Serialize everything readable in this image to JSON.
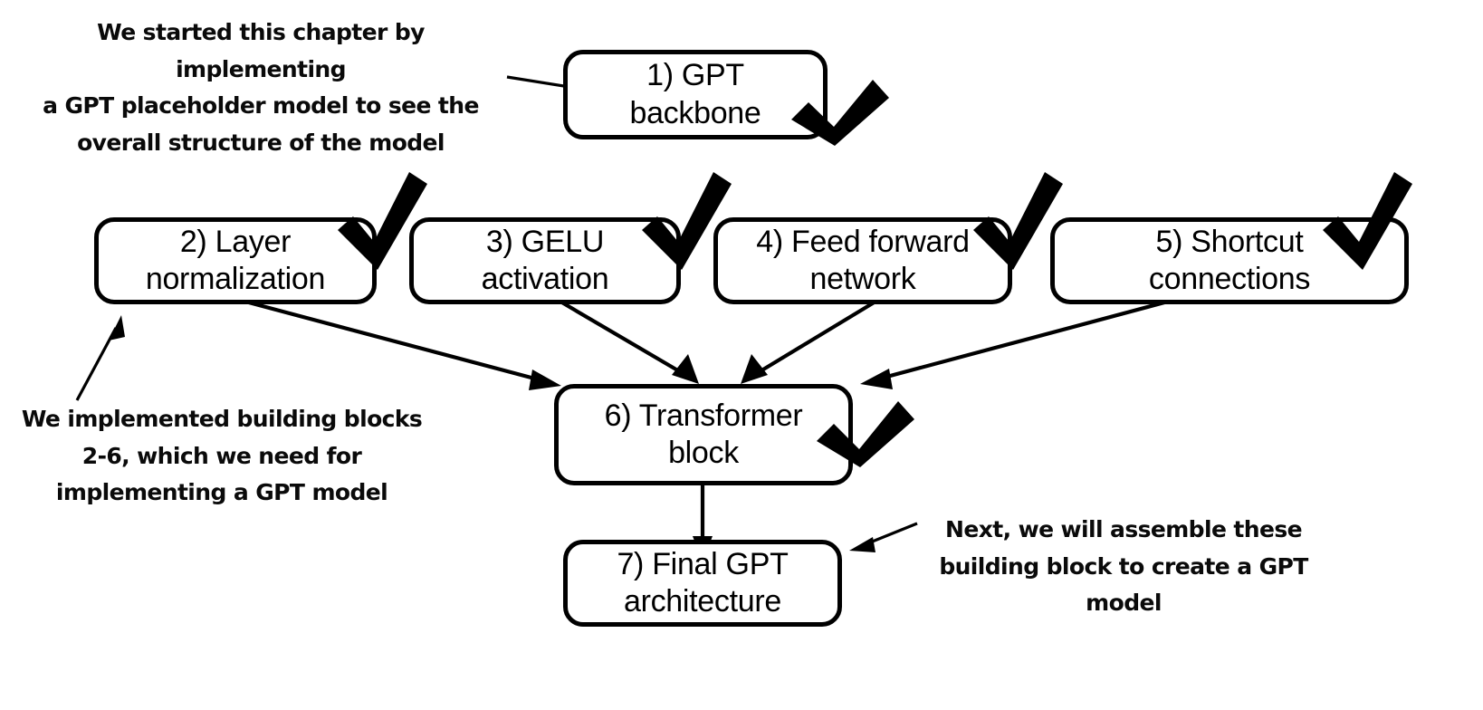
{
  "diagram": {
    "title": "GPT chapter building blocks flowchart",
    "background_color": "#ffffff",
    "stroke_color": "#000000",
    "nodes": [
      {
        "id": "n1",
        "number": "1)",
        "line1": "1) GPT",
        "line2": "backbone",
        "checked": true
      },
      {
        "id": "n2",
        "number": "2)",
        "line1": "2) Layer",
        "line2": "normalization",
        "checked": true
      },
      {
        "id": "n3",
        "number": "3)",
        "line1": "3) GELU",
        "line2": "activation",
        "checked": true
      },
      {
        "id": "n4",
        "number": "4)",
        "line1": "4) Feed forward",
        "line2": "network",
        "checked": true
      },
      {
        "id": "n5",
        "number": "5)",
        "line1": "5) Shortcut",
        "line2": "connections",
        "checked": true
      },
      {
        "id": "n6",
        "number": "6)",
        "line1": "6) Transformer",
        "line2": "block",
        "checked": true
      },
      {
        "id": "n7",
        "number": "7)",
        "line1": "7) Final GPT",
        "line2": "architecture",
        "checked": false
      }
    ],
    "annotations": [
      {
        "id": "a1",
        "position": "top-left",
        "line1": "We started this chapter by implementing",
        "line2": "a GPT placeholder model to see the",
        "line3": "overall structure of the model",
        "points_to": "1) GPT backbone"
      },
      {
        "id": "a2",
        "position": "bottom-left",
        "line1": "We implemented building blocks",
        "line2": "2-6, which we need for",
        "line3": "implementing a GPT model",
        "points_to": "2) Layer normalization"
      },
      {
        "id": "a3",
        "position": "bottom-right",
        "line1": "Next, we will assemble these",
        "line2": "building block to create a GPT",
        "line3": "model",
        "points_to": "7) Final GPT architecture"
      }
    ],
    "edges": [
      {
        "from": "2) Layer normalization",
        "to": "6) Transformer block"
      },
      {
        "from": "3) GELU activation",
        "to": "6) Transformer block"
      },
      {
        "from": "4) Feed forward network",
        "to": "6) Transformer block"
      },
      {
        "from": "5) Shortcut connections",
        "to": "6) Transformer block"
      },
      {
        "from": "6) Transformer block",
        "to": "7) Final GPT architecture"
      }
    ]
  }
}
